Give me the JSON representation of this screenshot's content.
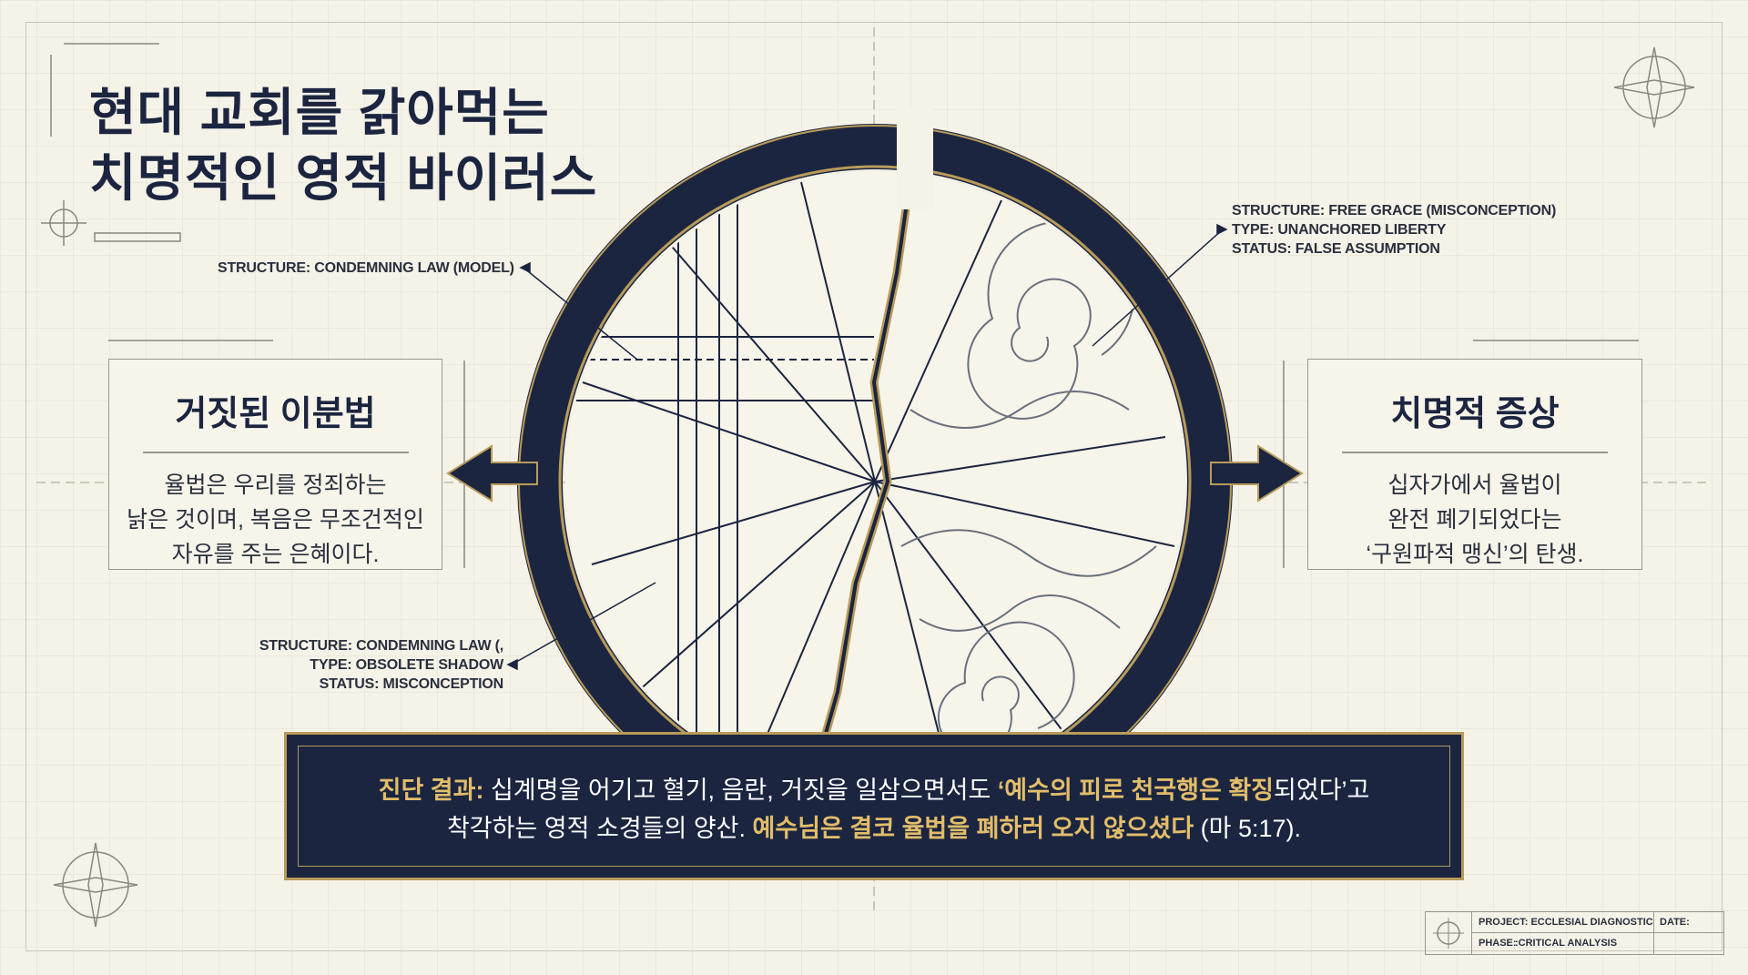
{
  "title": {
    "line1": "현대 교회를 갉아먹는",
    "line2": "치명적인 영적 바이러스"
  },
  "labels": {
    "left_top": "STRUCTURE: CONDEMNING LAW (MODEL)",
    "right_top": [
      "STRUCTURE: FREE GRACE (MISCONCEPTION)",
      "TYPE: UNANCHORED LIBERTY",
      "STATUS: FALSE ASSUMPTION"
    ],
    "left_bottom": [
      "STRUCTURE: CONDEMNING LAW (,",
      "TYPE: OBSOLETE SHADOW",
      "STATUS: MISCONCEPTION"
    ]
  },
  "left_box": {
    "heading": "거짓된 이분법",
    "lines": [
      "율법은 우리를 정죄하는",
      "낡은 것이며, 복음은 무조건적인",
      "자유를 주는 은혜이다."
    ]
  },
  "right_box": {
    "heading": "치명적 증상",
    "lines": [
      "십자가에서 율법이",
      "완전 폐기되었다는",
      "‘구원파적 맹신’의 탄생."
    ]
  },
  "banner": {
    "prefix": "진단 결과:",
    "text1": " 십계명을 어기고 혈기, 음란, 거짓을 일삼으면서도 ",
    "quote": "‘예수의 피로 천국행은 확징",
    "text2": "되었다’고",
    "text3": "착각하는 영적 소경들의 양산. ",
    "highlight2": "예수님은 결코 율법을 폐하러 오지 않으셨다",
    "text4": " (마 5:17)."
  },
  "title_block": {
    "project": "PROJECT: ECCLESIAL DIAGNOSTIC",
    "phase": "PHASE:",
    "phase_value": ":CRITICAL ANALYSIS",
    "date": "DATE:"
  },
  "colors": {
    "navy": "#1b2540",
    "gold": "#b89b5a",
    "paper": "#f5f2e8"
  }
}
